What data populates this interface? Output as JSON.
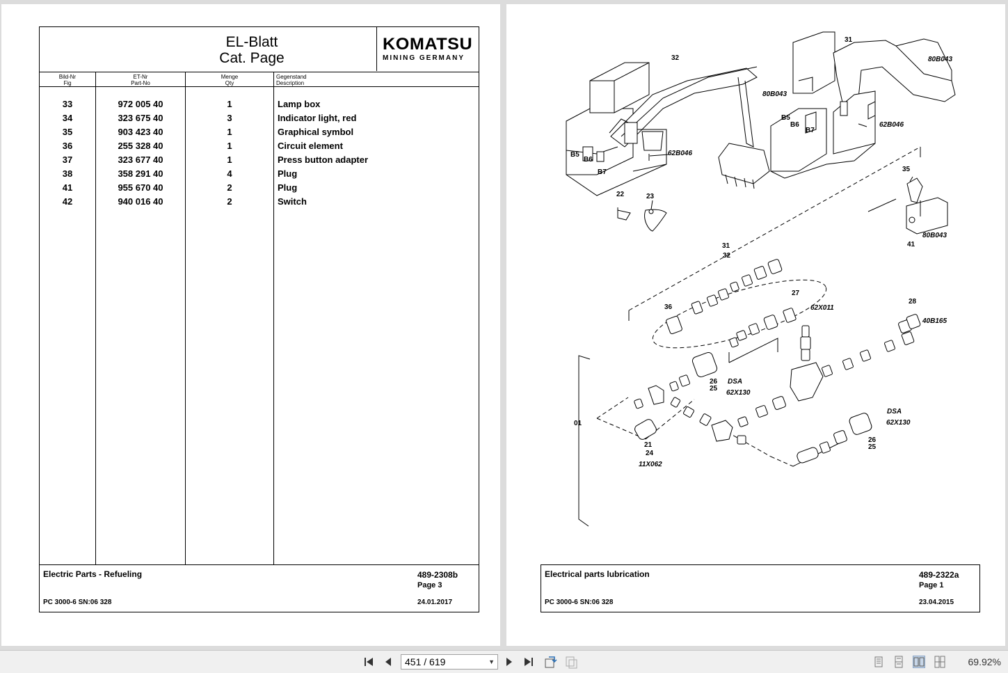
{
  "left_page": {
    "title_line1": "EL-Blatt",
    "title_line2": "Cat. Page",
    "logo_brand": "KOMATSU",
    "logo_sub": "MINING GERMANY",
    "columns": [
      {
        "de": "Bild-Nr",
        "en": "Fig"
      },
      {
        "de": "ET-Nr",
        "en": "Part-No"
      },
      {
        "de": "Menge",
        "en": "Qty"
      },
      {
        "de": "Gegenstand",
        "en": "Description"
      }
    ],
    "rows": [
      {
        "fig": "33",
        "part": "972 005 40",
        "qty": "1",
        "desc": "Lamp box"
      },
      {
        "fig": "34",
        "part": "323 675 40",
        "qty": "3",
        "desc": "Indicator light, red"
      },
      {
        "fig": "35",
        "part": "903 423 40",
        "qty": "1",
        "desc": "Graphical symbol"
      },
      {
        "fig": "36",
        "part": "255 328 40",
        "qty": "1",
        "desc": "Circuit element"
      },
      {
        "fig": "37",
        "part": "323 677 40",
        "qty": "1",
        "desc": "Press button adapter"
      },
      {
        "fig": "38",
        "part": "358 291 40",
        "qty": "4",
        "desc": "Plug"
      },
      {
        "fig": "41",
        "part": "955 670 40",
        "qty": "2",
        "desc": "Plug"
      },
      {
        "fig": "42",
        "part": "940 016 40",
        "qty": "2",
        "desc": "Switch"
      }
    ],
    "footer": {
      "title": "Electric Parts - Refueling",
      "doc_no": "489-2308b",
      "page": "Page 3",
      "machine": "PC 3000-6 SN:06 328",
      "date": "24.01.2017"
    }
  },
  "right_page": {
    "labels": {
      "l32": "32",
      "l31": "31",
      "l80B043a": "80B043",
      "l80B043b": "80B043",
      "l80B043c": "80B043",
      "l62B046a": "62B046",
      "l62B046b": "62B046",
      "lB5a": "B5",
      "lB6a": "B6",
      "lB7a": "B7",
      "lB5b": "B5",
      "lB6b": "B6",
      "lB7b": "B7",
      "l22": "22",
      "l23": "23",
      "l35": "35",
      "l41": "41",
      "l31b": "31",
      "l32b": "32",
      "l36": "36",
      "l27": "27",
      "l62X011": "62X011",
      "l28": "28",
      "l40B165": "40B165",
      "l01": "01",
      "l26a": "26",
      "l25a": "25",
      "lDSAa": "DSA",
      "l62X130a": "62X130",
      "l26b": "26",
      "l25b": "25",
      "lDSAb": "DSA",
      "l62X130b": "62X130",
      "l21": "21",
      "l24": "24",
      "l11X062": "11X062"
    },
    "footer": {
      "title": "Electrical parts lubrication",
      "doc_no": "489-2322a",
      "page": "Page 1",
      "machine": "PC 3000-6 SN:06 328",
      "date": "23.04.2015"
    }
  },
  "toolbar": {
    "page_indicator": "451 / 619",
    "zoom": "69.92%",
    "icons": [
      "first-page-icon",
      "prev-page-icon",
      "next-page-icon",
      "last-page-icon",
      "rotate-icon",
      "export-icon",
      "single-page-view-icon",
      "continuous-view-icon",
      "facing-view-icon",
      "facing-continuous-view-icon"
    ]
  }
}
